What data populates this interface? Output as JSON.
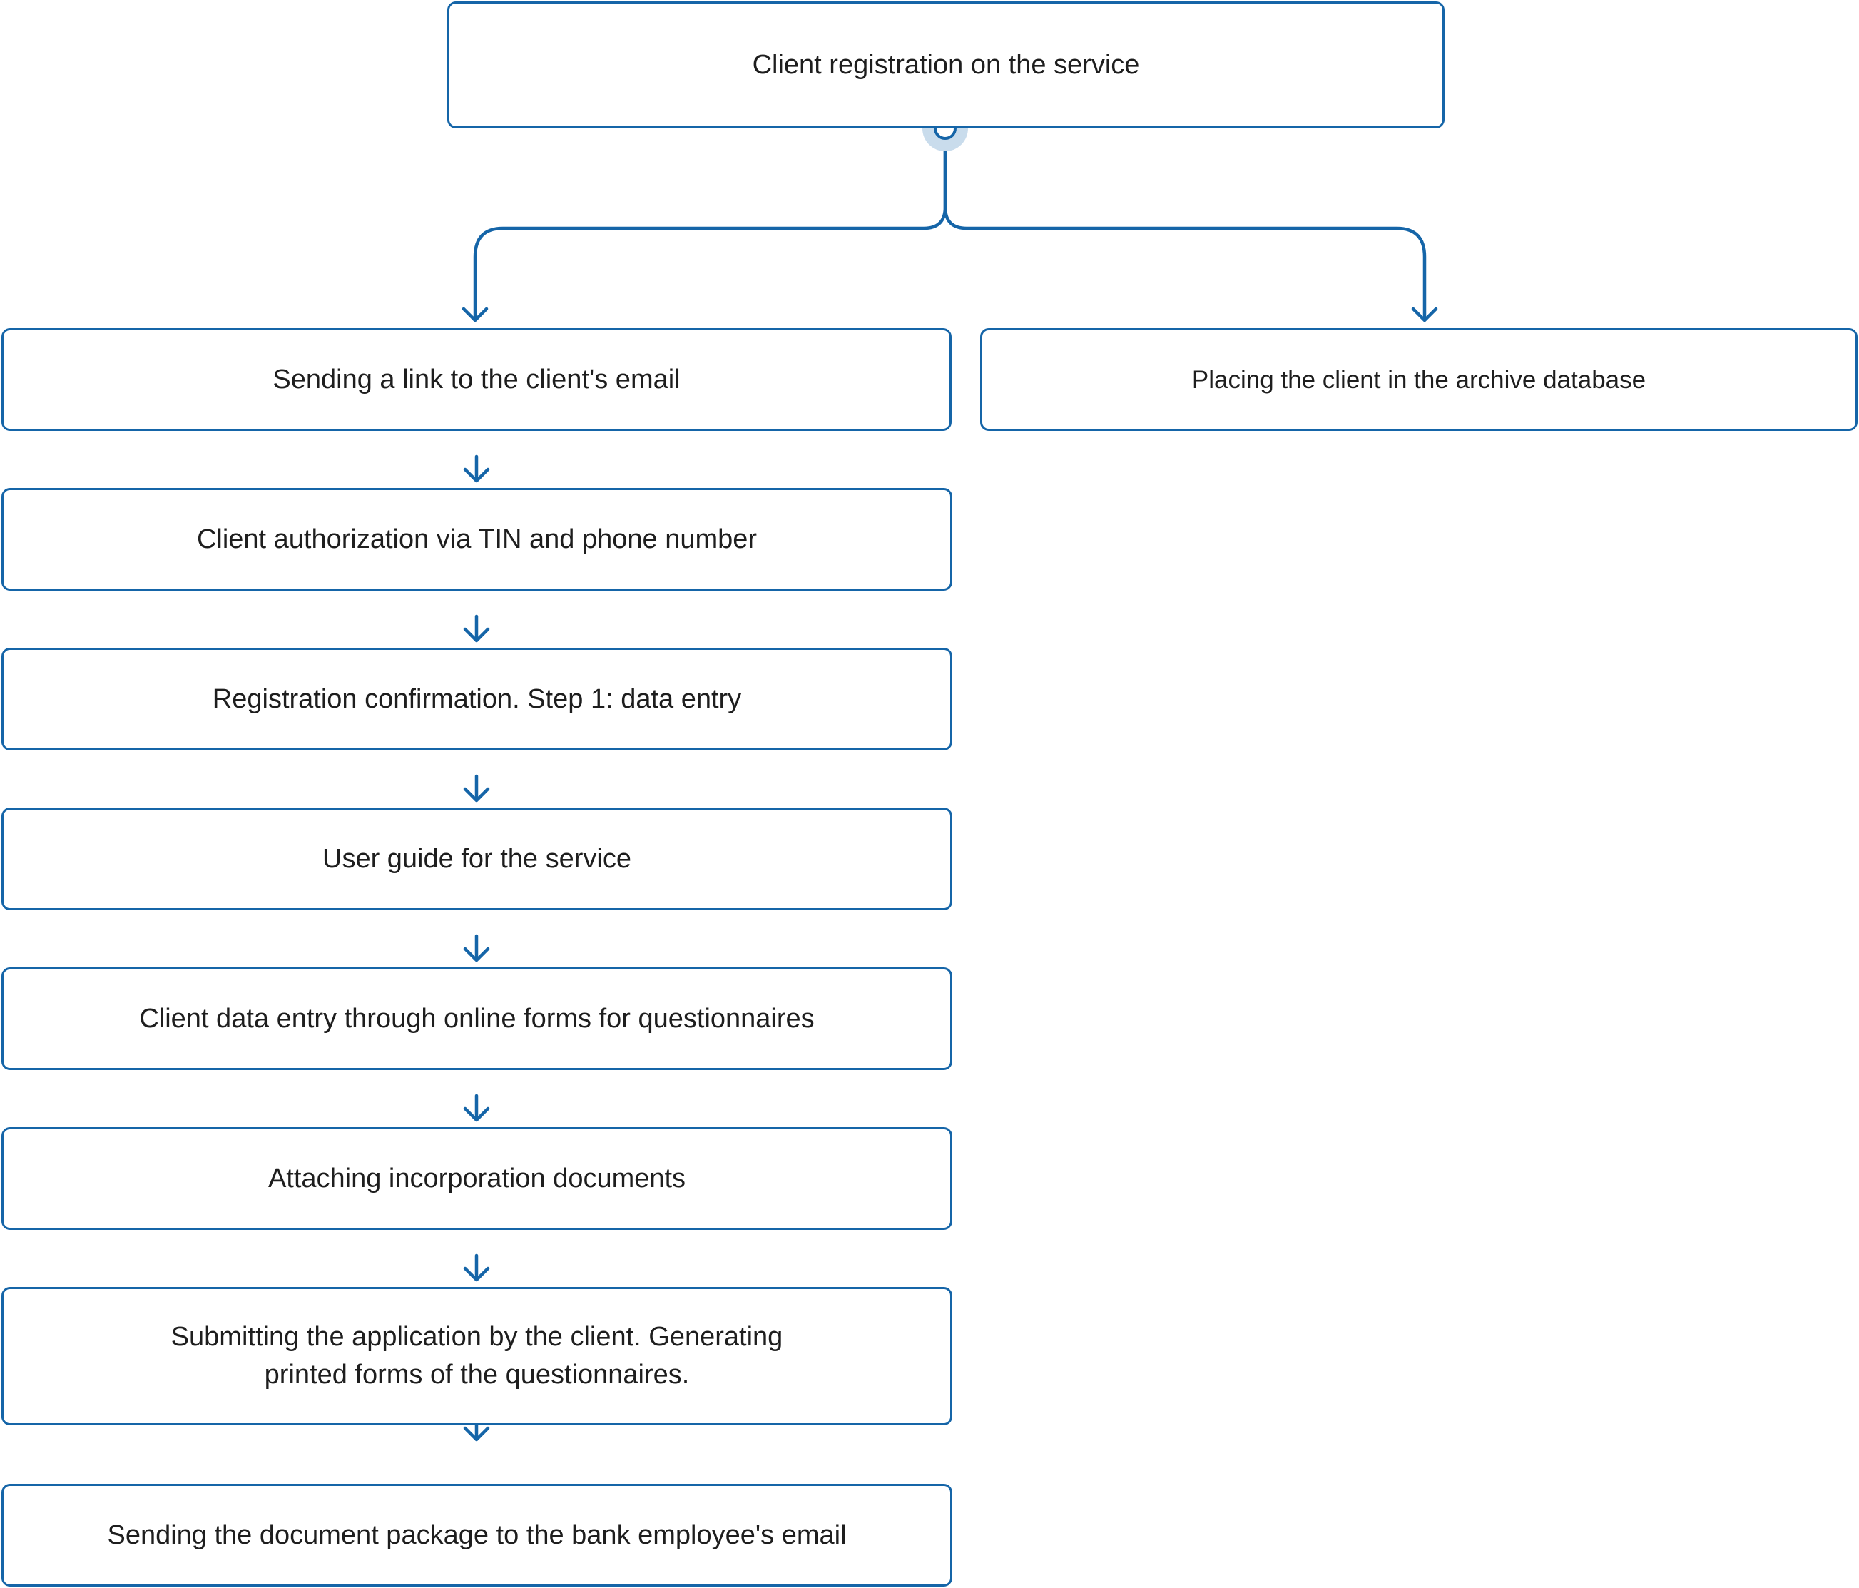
{
  "diagram": {
    "root": "Client registration on the service",
    "branch_left": "Sending a link to the client's email",
    "branch_right": "Placing the client in the archive database",
    "steps": [
      "Client authorization via TIN and phone number",
      "Registration confirmation. Step 1: data entry",
      "User guide for the service",
      "Client data entry through online forms for questionnaires",
      "Attaching incorporation documents",
      "Submitting the application by the client. Generating\nprinted forms of the questionnaires.",
      "Sending the document package to the bank employee's email"
    ],
    "colors": {
      "accent": "#1565a8",
      "node_glow": "#c9dcec",
      "text": "#1e1e1e",
      "background": "#ffffff"
    }
  }
}
